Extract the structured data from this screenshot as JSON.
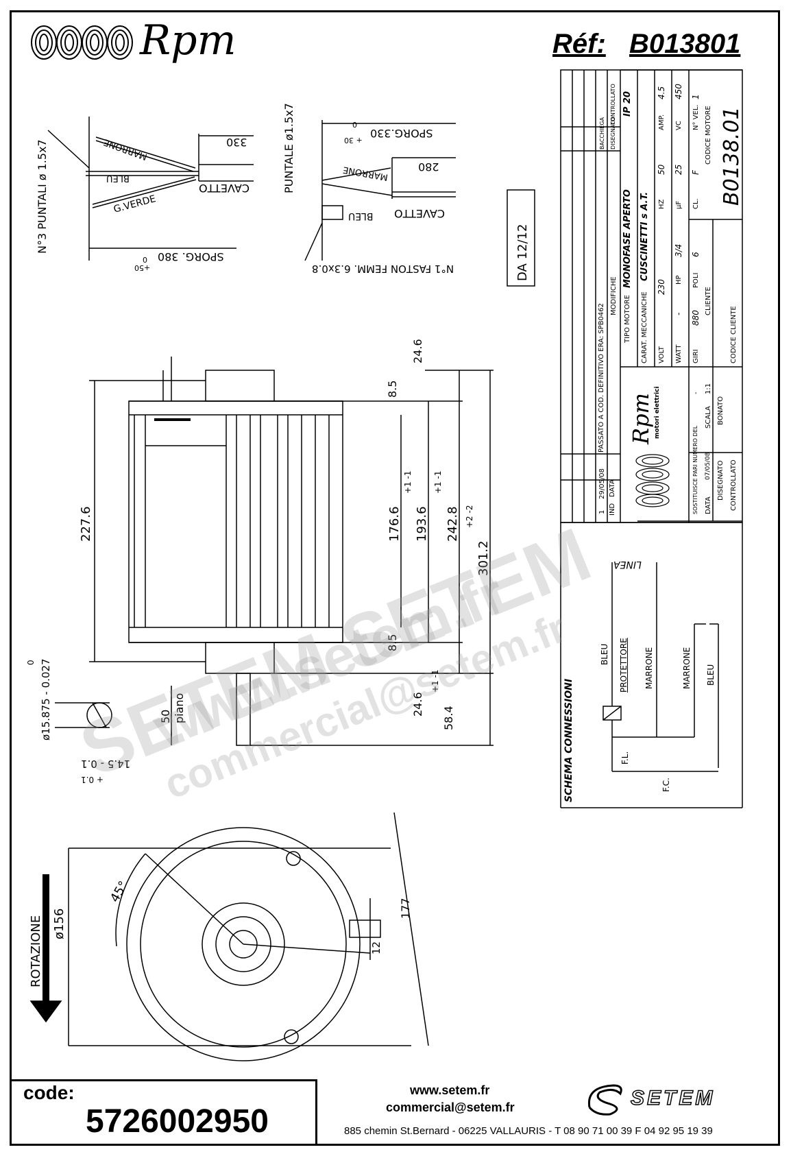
{
  "header": {
    "brand": "Rpm",
    "ref_label": "Réf:",
    "ref_value": "B013801"
  },
  "wiring_left": {
    "n_puntali": "N°3 PUNTALI ø 1.5x7",
    "marrone": "MARRONE",
    "bleu": "BLEU",
    "gverde": "G.VERDE",
    "cavetto": "CAVETTO",
    "dim_330": "330",
    "sporg": "SPORG. 380",
    "sporg_tol_top": "0",
    "sporg_tol_bot": "+50"
  },
  "wiring_right": {
    "puntale": "PUNTALE ø1.5x7",
    "sporg": "SPORG.330",
    "sporg_tol_top": "0",
    "sporg_tol_bot": "+ 30",
    "marrone": "MARRONE",
    "bleu": "BLEU",
    "cavetto": "CAVETTO",
    "dim_280": "280",
    "faston": "N°1 FASTON FEMM. 6.3x0.8"
  },
  "da_label": "DA 12/12",
  "side_view": {
    "dim_24_6_top": "24.6",
    "dim_8_5_top": "8.5",
    "dim_227_6": "227.6",
    "dim_176_6": "176.6",
    "dim_193_6": "193.6",
    "dim_193_6_tol": "+1 -1",
    "dim_242_8": "242.8",
    "dim_242_8_tol": "+1 -1",
    "dim_301_2": "301.2",
    "dim_301_2_tol": "+2 -2",
    "dim_8_5_bot": "8.5",
    "dim_24_6_bot": "24.6",
    "dim_58_4": "58.4",
    "dim_58_4_tol": "+1 -1",
    "shaft_dia": "ø15.875 - 0.027",
    "shaft_dia_tol": "0",
    "dim_50": "50",
    "piano": "piano",
    "dim_14_5": "14.5 - 0.1",
    "dim_14_5_tol": "+ 0.1"
  },
  "front_view": {
    "rotazione": "ROTAZIONE",
    "dia_156": "ø156",
    "dim_177": "177",
    "dim_12": "12",
    "angle": "45°"
  },
  "title_block": {
    "rev_header_ind": "IND",
    "rev_header_data": "DATA",
    "rev_row1_ind": "1",
    "rev_row1_data": "29/05/08",
    "rev_row1_desc": "PASSATO A COD. DEFINITIVO ERA: SPB0462",
    "rev_col_modifiche": "MODIFICHE",
    "rev_col_disegnato": "DISEGNATO",
    "rev_col_bacchiega": "BACCHIEGA",
    "rev_col_controllato": "CONTROLLATO",
    "tipo_motore_label": "TIPO MOTORE",
    "tipo_motore": "MONOFASE APERTO",
    "carat_label": "CARAT. MECCANICHE",
    "carat": "CUSCINETTI s A.T.",
    "ip": "IP 20",
    "volt_label": "VOLT",
    "volt": "230",
    "hz_label": "HZ",
    "hz": "50",
    "amp_label": "AMP.",
    "amp": "4.5",
    "watt_label": "WATT",
    "watt": "-",
    "hp_label": "HP",
    "hp": "3/4",
    "uf_label": "µF",
    "uf": "25",
    "vc_label": "VC",
    "vc": "450",
    "giri_label": "GIRI",
    "giri": "880",
    "poli_label": "POLI",
    "poli": "6",
    "cl_label": "CL.",
    "cl": "F",
    "nvel_label": "N° VEL.",
    "nvel": "1",
    "cliente_label": "CLIENTE",
    "codice_motore_label": "CODICE MOTORE",
    "codice_motore": "B0138.01",
    "codice_cliente_label": "CODICE CLIENTE",
    "rpm_logo": "Rpm",
    "rpm_sub": "motori elettrici",
    "sostituisce": "SOSTITUISCE PARI NUMERO DEL",
    "sostituisce_val": "-",
    "data_label": "DATA",
    "data_val": "07/05/08",
    "scala_label": "SCALA",
    "scala_val": "1:1",
    "disegnato_label": "DISEGNATO",
    "disegnato_val": "BONATO",
    "controllato_label": "CONTROLLATO"
  },
  "schema": {
    "title": "SCHEMA CONNESSIONI",
    "linea": "LINEA",
    "bleu1": "BLEU",
    "protettore": "PROTETTORE",
    "marrone1": "MARRONE",
    "marrone2": "MARRONE",
    "bleu2": "BLEU",
    "fl": "F.L.",
    "fc": "F.C."
  },
  "watermark": {
    "line1": "www.setem.fr",
    "line2": "SETEM SETEM",
    "line3": "commercial@setem.fr"
  },
  "footer": {
    "code_label": "code:",
    "code_value": "5726002950",
    "website": "www.setem.fr",
    "email": "commercial@setem.fr",
    "address": "885 chemin St.Bernard  -  06225 VALLAURIS  -  T 08 90 71 00 39   F 04 92 95 19 39",
    "setem_logo": "SETEM"
  }
}
